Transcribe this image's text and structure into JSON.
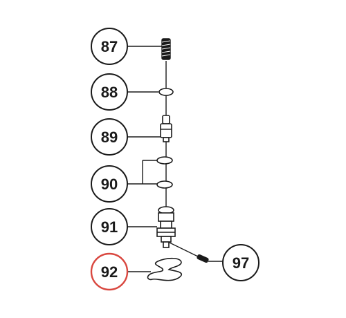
{
  "callouts": [
    {
      "id": "87",
      "label": "87",
      "highlighted": false
    },
    {
      "id": "88",
      "label": "88",
      "highlighted": false
    },
    {
      "id": "89",
      "label": "89",
      "highlighted": false
    },
    {
      "id": "90",
      "label": "90",
      "highlighted": false
    },
    {
      "id": "91",
      "label": "91",
      "highlighted": false
    },
    {
      "id": "92",
      "label": "92",
      "highlighted": true
    },
    {
      "id": "97",
      "label": "97",
      "highlighted": false
    }
  ],
  "colors": {
    "line": "#1a1a1a",
    "highlight": "#d9473f",
    "background": "#ffffff"
  }
}
